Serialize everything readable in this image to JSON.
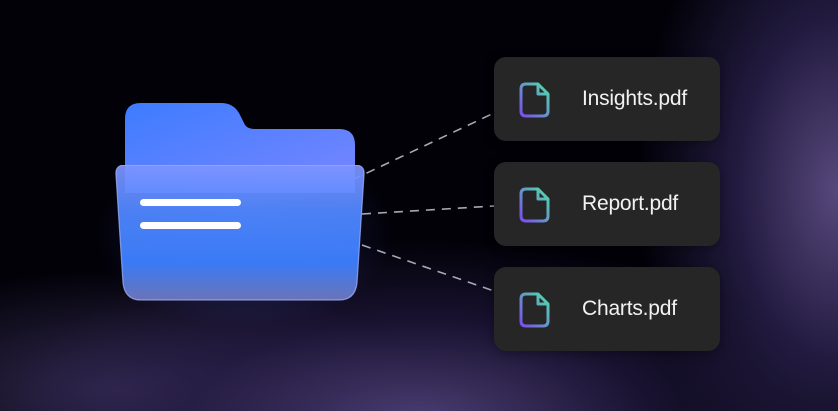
{
  "scene": {
    "description": "Folder with document lines connected by dashed lines to three PDF file cards",
    "colors": {
      "background": "#020108",
      "haze": "#4e4078",
      "folder_blue": "#3b7cf7",
      "folder_light": "#6f8cff",
      "card_bg": "#262626",
      "card_text": "#f2f2f2",
      "icon_gradient_start": "#7a4cf0",
      "icon_gradient_end": "#4fe0a6",
      "dash_line": "#bfc3cc"
    }
  },
  "folder": {
    "icon": "folder-icon",
    "content_lines": 2
  },
  "files": [
    {
      "name": "Insights.pdf",
      "icon": "file-icon"
    },
    {
      "name": "Report.pdf",
      "icon": "file-icon"
    },
    {
      "name": "Charts.pdf",
      "icon": "file-icon"
    }
  ]
}
